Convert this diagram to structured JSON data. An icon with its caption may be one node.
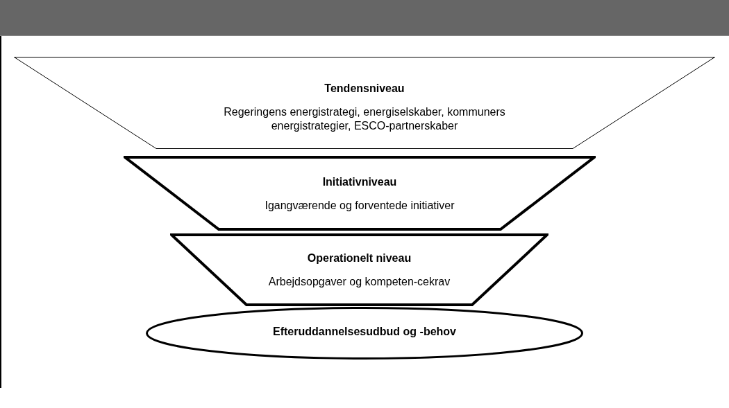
{
  "diagram": {
    "nodes": [
      {
        "text": [
          "Tendensniveau",
          "Regeringens energistrategi, energiselskaber, kommuners energistrategier, ESCO-partnerskaber"
        ]
      },
      {
        "text": [
          "Initiativniveau",
          "Igangværende og forventede initiativer"
        ]
      },
      {
        "text": [
          "Operationelt niveau",
          "Arbejdsopgaver og kompeten-cekrav"
        ]
      },
      {
        "text": [
          "Efteruddannelsesudbud og -behov"
        ]
      }
    ]
  }
}
